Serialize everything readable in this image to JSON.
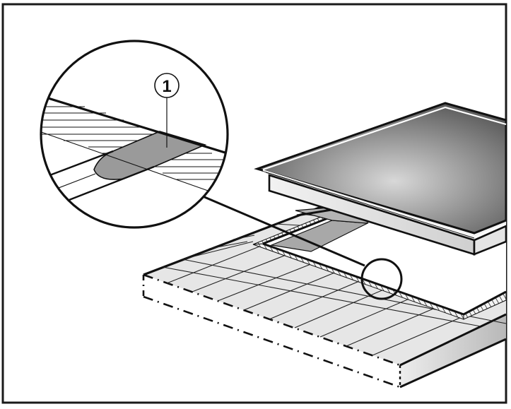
{
  "figure": {
    "type": "installation-diagram",
    "subject": "cooktop being lowered into countertop cutout with seal detail",
    "callouts": [
      {
        "id": "1",
        "label": "1",
        "points_to": "seal strip on cooktop underside edge"
      }
    ],
    "colors": {
      "frame": "#1a1a1a",
      "outline": "#111111",
      "countertop_surface": "#e6e6e6",
      "countertop_grid": "#222222",
      "seal_fill": "#9a9a9a",
      "cooktop_glass_dark": "#5a5a5a",
      "cooktop_glass_light": "#d0d0d0",
      "cooktop_body": "#ebebeb",
      "background": "#ffffff"
    }
  }
}
